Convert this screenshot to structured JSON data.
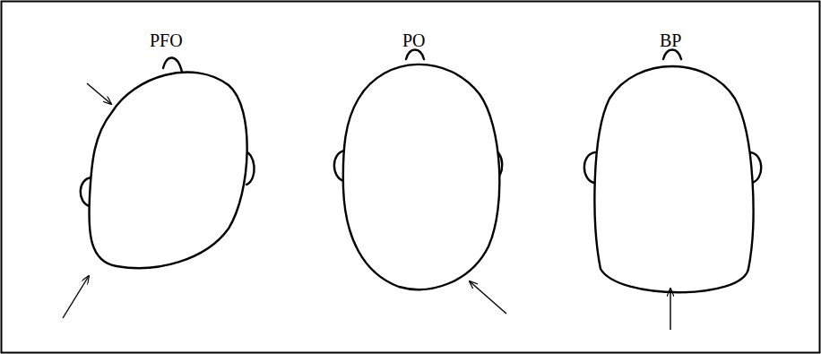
{
  "diagram": {
    "labels": [
      "PFO",
      "PO",
      "BP"
    ]
  }
}
